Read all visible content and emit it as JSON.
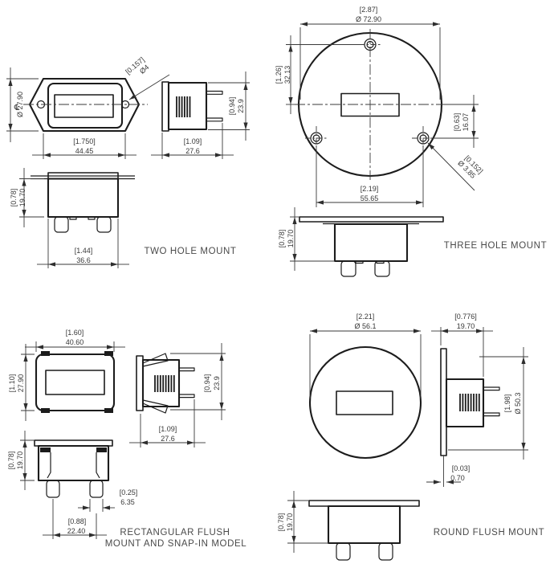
{
  "views": {
    "two_hole": {
      "caption": "TWO HOLE MOUNT",
      "front_height_mm": "Ø 27.90",
      "centerline_symbol": "℄",
      "hole_dia_in": "[0.157]",
      "hole_dia_mm": "Ø4",
      "front_width_in": "[1.750]",
      "front_width_mm": "44.45",
      "side_height_in": "[0.94]",
      "side_height_mm": "23.9",
      "side_depth_in": "[1.09]",
      "side_depth_mm": "27.6",
      "mount_depth_in": "[0.78]",
      "mount_depth_mm": "19.70",
      "body_width_in": "[1.44]",
      "body_width_mm": "36.6"
    },
    "three_hole": {
      "caption": "THREE HOLE MOUNT",
      "flange_dia_in": "[2.87]",
      "flange_dia_mm": "Ø 72.90",
      "top_hole_offset_in": "[1.26]",
      "top_hole_offset_mm": "32.13",
      "side_hole_offset_in": "[0.63]",
      "side_hole_offset_mm": "16.07",
      "hole_dia_in": "[0.152]",
      "hole_dia_mm": "Ø 3.85",
      "hole_spacing_in": "[2.19]",
      "hole_spacing_mm": "55.65",
      "mount_depth_in": "[0.78]",
      "mount_depth_mm": "19.70"
    },
    "rect_flush": {
      "caption_line1": "RECTANGULAR FLUSH",
      "caption_line2": "MOUNT AND SNAP-IN MODEL",
      "front_width_in": "[1.60]",
      "front_width_mm": "40.60",
      "front_height_in": "[1.10]",
      "front_height_mm": "27.90",
      "side_height_in": "[0.94]",
      "side_height_mm": "23.9",
      "side_depth_in": "[1.09]",
      "side_depth_mm": "27.6",
      "mount_depth_in": "[0.78]",
      "mount_depth_mm": "19.70",
      "pin_width_in": "[0.25]",
      "pin_width_mm": "6.35",
      "pin_spacing_in": "[0.88]",
      "pin_spacing_mm": "22.40"
    },
    "round_flush": {
      "caption": "ROUND FLUSH MOUNT",
      "front_dia_in": "[2.21]",
      "front_dia_mm": "Ø 56.1",
      "side_depth_in": "[0.776]",
      "side_depth_mm": "19.70",
      "body_dia_in": "[1.98]",
      "body_dia_mm": "Ø 50.3",
      "flange_thickness_in": "[0.03]",
      "flange_thickness_mm": "0.70",
      "mount_depth_in": "[0.78]",
      "mount_depth_mm": "19.70"
    }
  }
}
